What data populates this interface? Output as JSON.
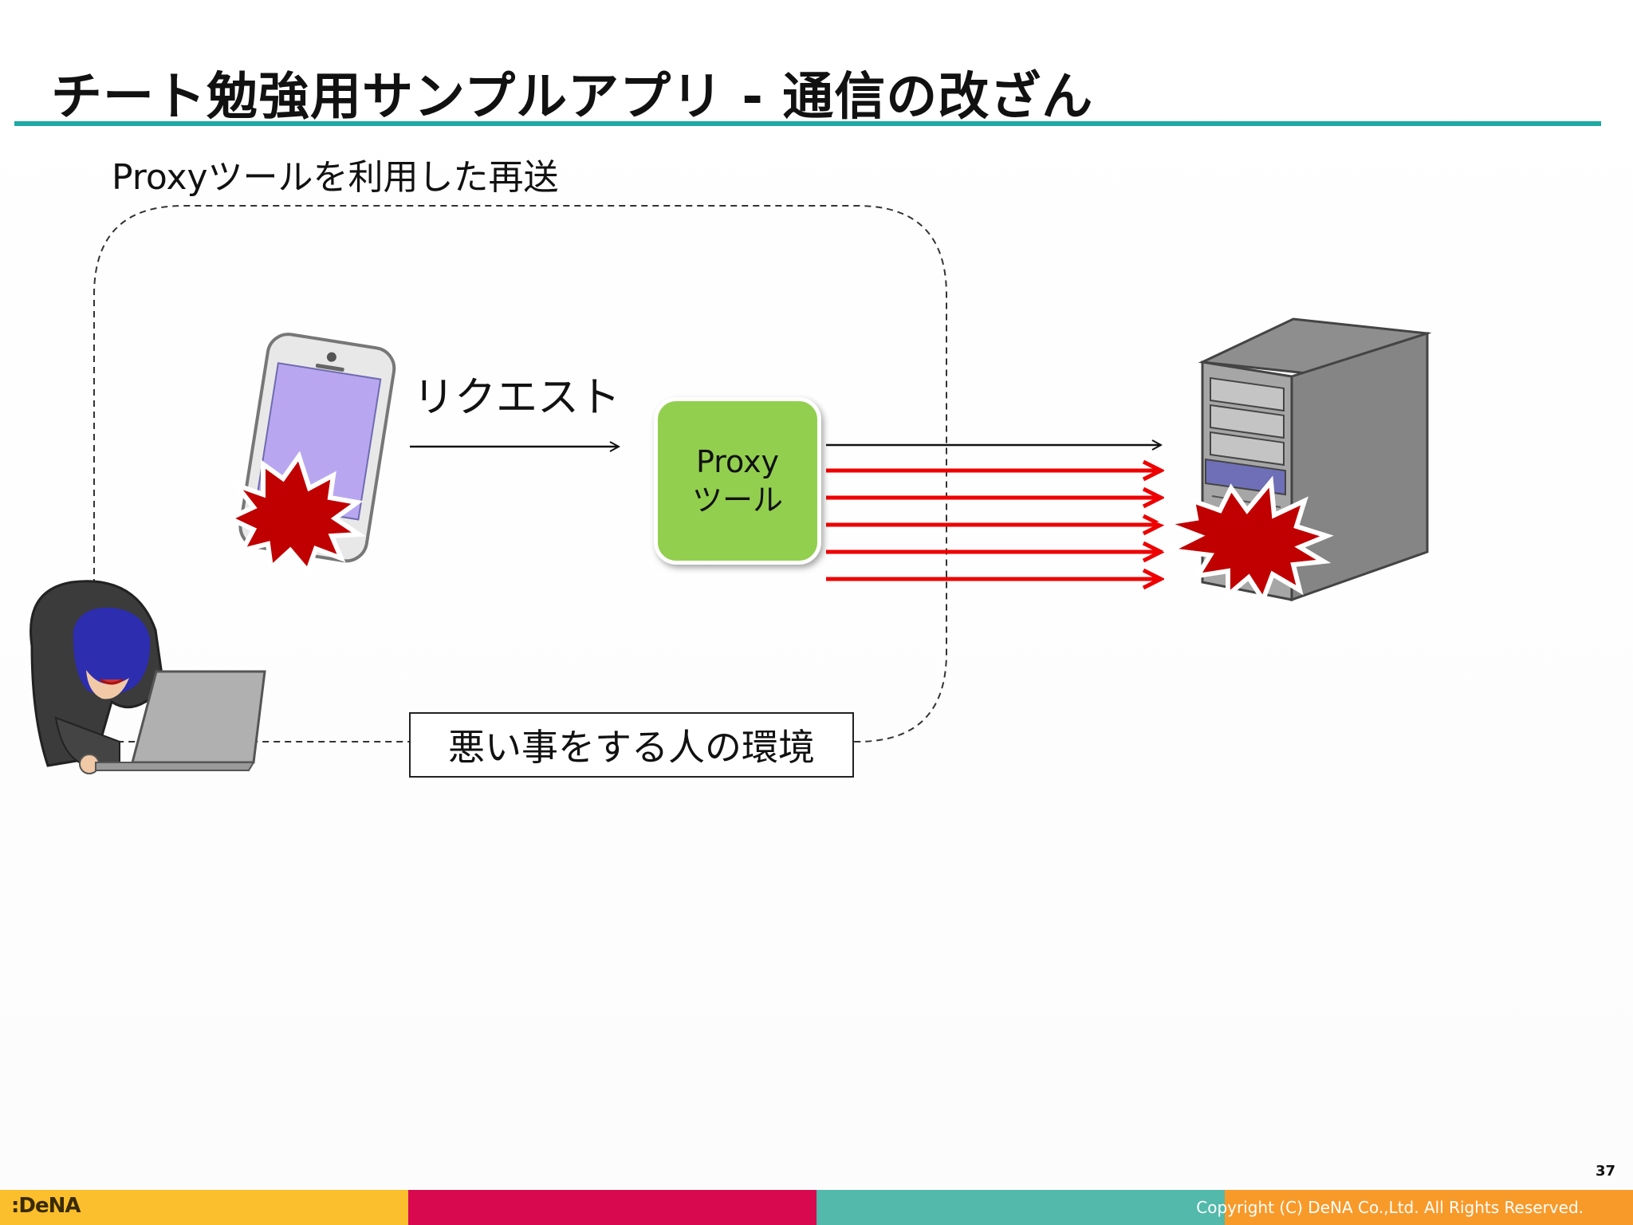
{
  "slide": {
    "title": "チート勉強用サンプルアプリ - 通信の改ざん",
    "subtitle": "Proxyツールを利用した再送",
    "page_number": "37"
  },
  "diagram": {
    "request_label": "リクエスト",
    "proxy_line1": "Proxy",
    "proxy_line2": "ツール",
    "environment_label": "悪い事をする人の環境"
  },
  "footer": {
    "logo": ":DeNA",
    "copyright": "Copyright (C) DeNA Co.,Ltd. All Rights Reserved."
  },
  "colors": {
    "title_rule": "#1ea9a3",
    "proxy_box": "#93cf4f",
    "attack_arrows": "#ee0000",
    "burst": "#c00000",
    "footer_yellow": "#fbbf2d",
    "footer_magenta": "#d9094f",
    "footer_teal": "#52b9ab",
    "footer_orange": "#f89a2a"
  },
  "icons": [
    "smartphone-icon",
    "server-icon",
    "hacker-icon",
    "laptop-icon",
    "burst-icon"
  ]
}
